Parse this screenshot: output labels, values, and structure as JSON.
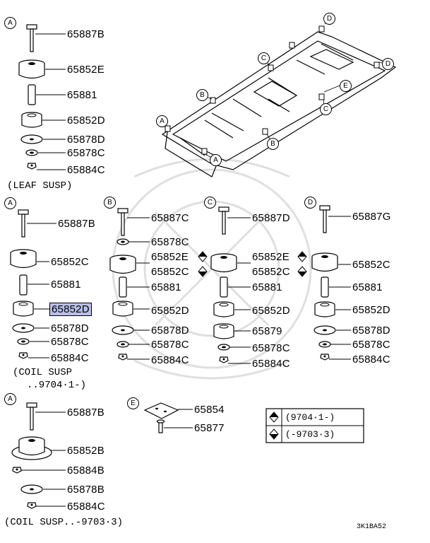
{
  "groups": {
    "leaf": {
      "ref": "A",
      "caption": "(LEAF SUSP)",
      "parts": [
        "65887B",
        "65852E",
        "65881",
        "65852D",
        "65878D",
        "65878C",
        "65884C"
      ]
    },
    "coil_new": {
      "ref": "A",
      "caption_line1": "(COIL SUSP",
      "caption_line2": "..9704·1-)",
      "parts": [
        "65887B",
        "65852C",
        "65881",
        "65852D",
        "65878D",
        "65878C",
        "65884C"
      ]
    },
    "b": {
      "ref": "B",
      "parts": [
        "65887C",
        "65878C",
        "65852E",
        "65852C",
        "65881",
        "65852D",
        "65878D",
        "65878C",
        "65884C"
      ]
    },
    "c": {
      "ref": "C",
      "parts": [
        "65887D",
        "65852E",
        "65852C",
        "65881",
        "65852D",
        "65879",
        "65878C",
        "65884C"
      ]
    },
    "d": {
      "ref": "D",
      "parts": [
        "65887G",
        "65852C",
        "65881",
        "65852D",
        "65878D",
        "65878C",
        "65884C"
      ]
    },
    "coil_old": {
      "ref": "A",
      "caption": "(COIL SUSP..-9703·3)",
      "parts": [
        "65887B",
        "65852B",
        "65884B",
        "65878B",
        "65884C"
      ]
    },
    "e": {
      "ref": "E",
      "parts": [
        "65854",
        "65877"
      ]
    }
  },
  "frame_refs": [
    "D",
    "D",
    "C",
    "E",
    "B",
    "C",
    "A",
    "B",
    "A"
  ],
  "legend": {
    "row1": "(9704·1-)",
    "row2": "(-9703·3)"
  },
  "diagram_code": "3K1BA52",
  "highlight_color": "#b9bfe8"
}
